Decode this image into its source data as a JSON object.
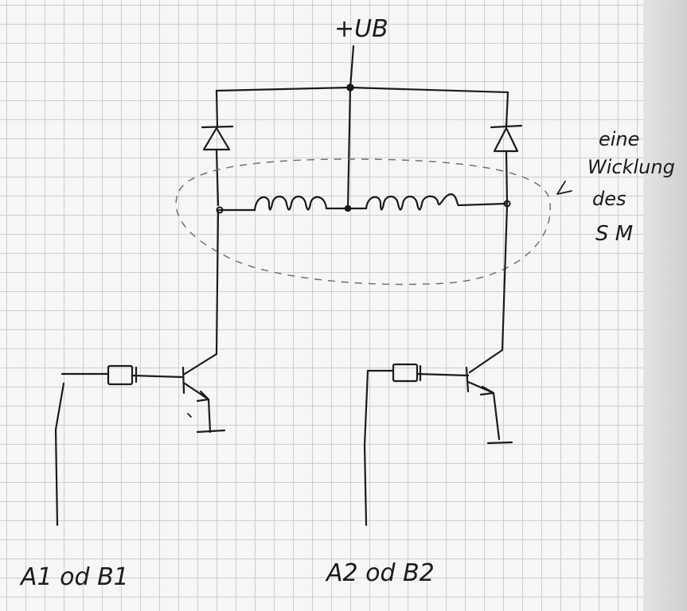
{
  "diagram": {
    "supply_label": "+UB",
    "annotation_lines": [
      "eine",
      "Wicklung",
      "des",
      "S M"
    ],
    "input_left_label": "A1 od B1",
    "input_right_label": "A2 od B2"
  }
}
